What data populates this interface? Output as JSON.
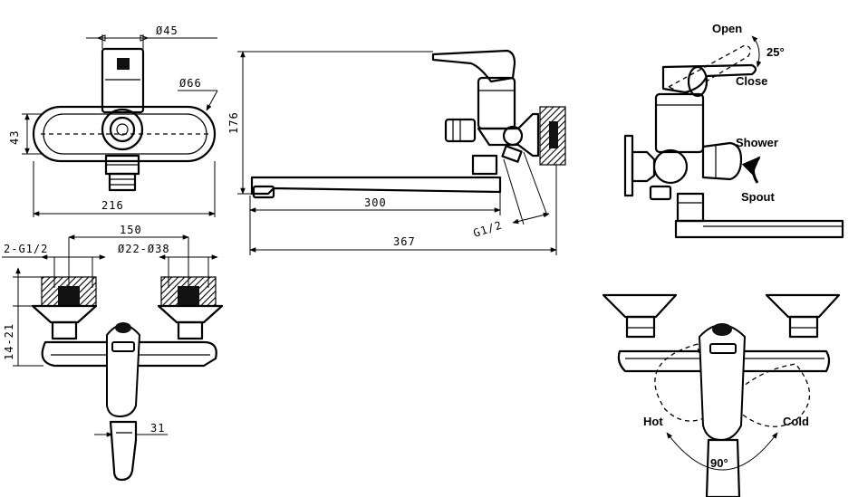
{
  "dimensions": {
    "body_diameter": "Ø45",
    "flange_diameter": "Ø66",
    "body_height": "43",
    "body_width": "216",
    "centers": "150",
    "inlet_thread": "2-G1/2",
    "hose_range": "Ø22-Ø38",
    "wall_adjust": "14-21",
    "outlet_offset": "31",
    "height_176": "176",
    "spout_reach": "300",
    "total_length": "367",
    "outlet_thread": "G1/2"
  },
  "operation": {
    "open": "Open",
    "close": "Close",
    "lever_angle": "25°",
    "shower": "Shower",
    "spout": "Spout",
    "hot": "Hot",
    "cold": "Cold",
    "rotation_angle": "90°"
  },
  "colors": {
    "line": "#000000",
    "background": "#ffffff"
  }
}
